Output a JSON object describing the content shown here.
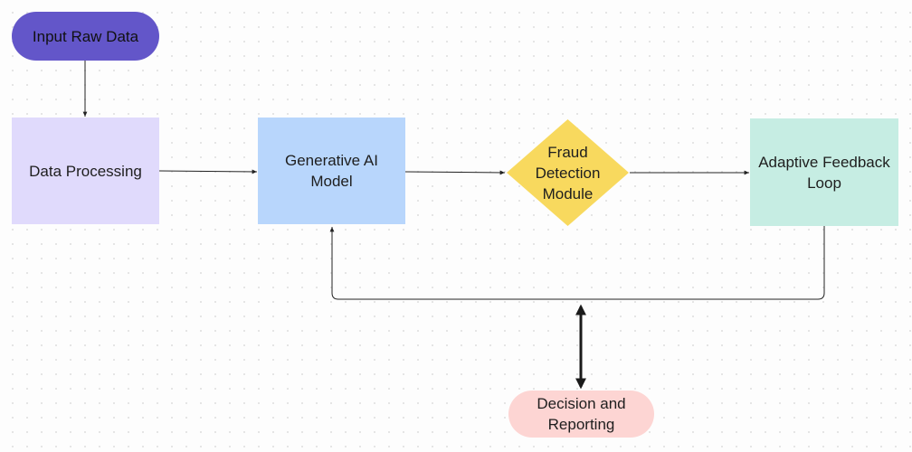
{
  "nodes": {
    "input_raw_data": {
      "label": "Input Raw Data",
      "shape": "pill",
      "color": "#6356c9"
    },
    "data_processing": {
      "label": "Data Processing",
      "shape": "rectangle",
      "color": "#e0dafc"
    },
    "generative_ai_model": {
      "label": "Generative AI Model",
      "shape": "rectangle",
      "color": "#b8d6fc"
    },
    "fraud_detection_module": {
      "label": "Fraud Detection Module",
      "shape": "diamond",
      "color": "#f8d95e"
    },
    "adaptive_feedback_loop": {
      "label": "Adaptive Feedback Loop",
      "shape": "rectangle",
      "color": "#c6ede3"
    },
    "decision_and_reporting": {
      "label": "Decision and Reporting",
      "shape": "pill",
      "color": "#fdd5d3"
    }
  },
  "edges": [
    {
      "from": "input_raw_data",
      "to": "data_processing",
      "style": "arrow"
    },
    {
      "from": "data_processing",
      "to": "generative_ai_model",
      "style": "arrow"
    },
    {
      "from": "generative_ai_model",
      "to": "fraud_detection_module",
      "style": "arrow"
    },
    {
      "from": "fraud_detection_module",
      "to": "adaptive_feedback_loop",
      "style": "arrow"
    },
    {
      "from": "adaptive_feedback_loop",
      "to": "generative_ai_model",
      "style": "arrow",
      "routing": "loop-below"
    },
    {
      "from": "feedback_loop_path",
      "to": "decision_and_reporting",
      "style": "bidirectional-bold"
    }
  ]
}
